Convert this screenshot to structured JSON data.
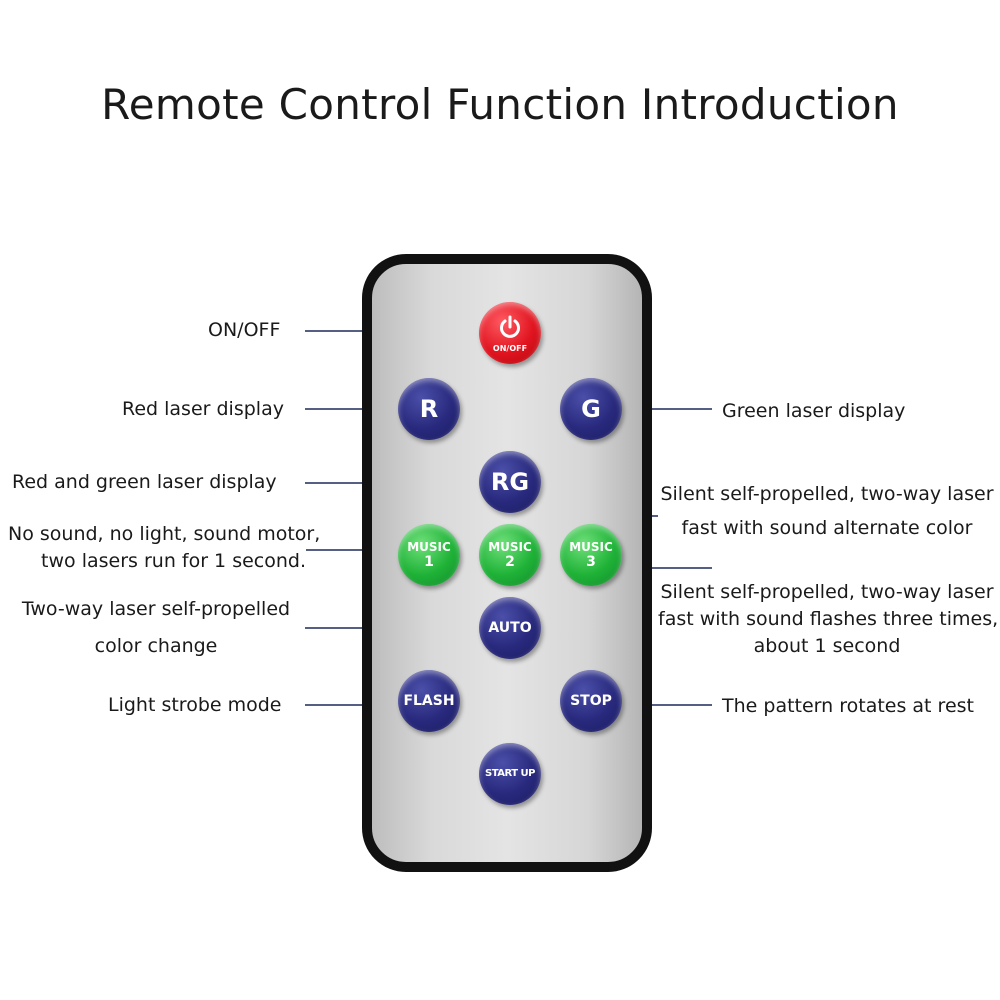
{
  "title": "Remote Control Function Introduction",
  "buttons": {
    "onoff": "ON/OFF",
    "r": "R",
    "g": "G",
    "rg": "RG",
    "music1_top": "MUSIC",
    "music1_num": "1",
    "music2_top": "MUSIC",
    "music2_num": "2",
    "music3_top": "MUSIC",
    "music3_num": "3",
    "auto": "AUTO",
    "flash": "FLASH",
    "stop": "STOP",
    "startup": "START UP"
  },
  "labels": {
    "onoff": "ON/OFF",
    "red": "Red laser display",
    "green": "Green laser display",
    "redgreen": "Red and green laser display",
    "music1_line1": "No sound, no light, sound motor,",
    "music1_line2": "two lasers run for 1 second.",
    "music2_line1": "Silent self-propelled, two-way laser",
    "music2_line2": "fast with sound alternate color",
    "music3_line1": "Silent self-propelled, two-way laser",
    "music3_line2": "fast with sound flashes three times,",
    "music3_line3": "about 1 second",
    "auto_line1": "Two-way laser self-propelled",
    "auto_line2": "color change",
    "flash": "Light strobe mode",
    "stop": "The pattern rotates at rest"
  },
  "colors": {
    "blue_button": "#28297d",
    "green_button": "#1fb237",
    "red_button": "#e0141f",
    "connector_line": "#1c2a5a"
  }
}
